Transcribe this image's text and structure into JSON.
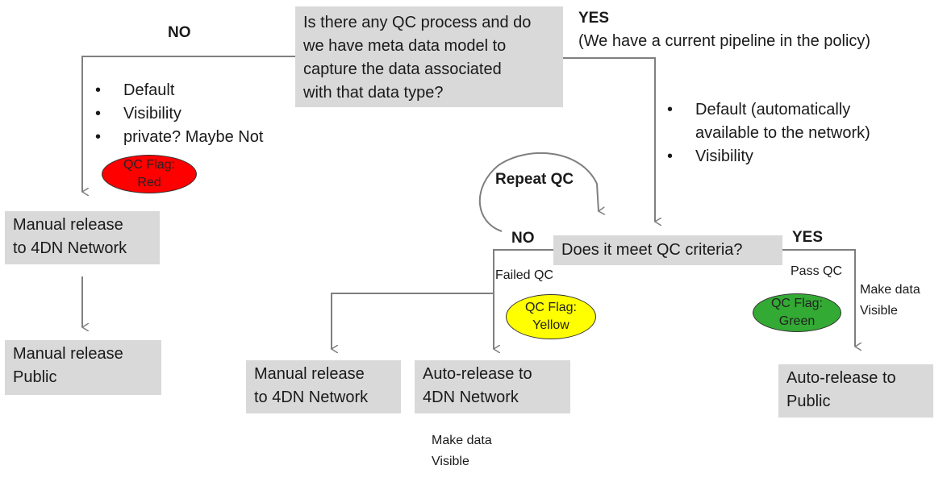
{
  "top_question": {
    "lines": [
      "Is there any QC process and do",
      "we have meta data model to",
      "capture the data associated",
      "with that data type?"
    ]
  },
  "no_branch": {
    "label": "NO",
    "bullets": [
      "Default",
      "Visibility",
      "private? Maybe Not"
    ],
    "flag": {
      "lines": [
        "QC Flag:",
        "Red"
      ],
      "color": "#ff0000"
    },
    "manual_network": {
      "lines": [
        "Manual release",
        "to 4DN Network"
      ]
    },
    "manual_public": {
      "lines": [
        "Manual release",
        "Public"
      ]
    }
  },
  "yes_branch": {
    "label": "YES",
    "note": "(We have a current pipeline in the policy)",
    "bullets": [
      "Default (automatically",
      "available to the network)",
      "Visibility"
    ]
  },
  "repeat_qc": "Repeat QC",
  "criteria": {
    "question": "Does it meet QC criteria?",
    "no_label": "NO",
    "yes_label": "YES",
    "failed_label": "Failed QC",
    "pass_label": "Pass QC",
    "yellow_flag": {
      "lines": [
        "QC Flag:",
        "Yellow"
      ],
      "color": "#ffff00"
    },
    "green_flag": {
      "lines": [
        "QC Flag:",
        "Green"
      ],
      "color": "#33aa33"
    },
    "make_visible_right": [
      "Make data",
      "Visible"
    ],
    "make_visible_bottom": [
      "Make data",
      "Visible"
    ],
    "manual_network": {
      "lines": [
        "Manual release",
        "to 4DN Network"
      ]
    },
    "auto_network": {
      "lines": [
        "Auto-release to",
        "4DN Network"
      ]
    },
    "auto_public": {
      "lines": [
        "Auto-release to",
        "Public"
      ]
    }
  },
  "bullet_char": "•",
  "line_color": "#7f7f7f"
}
